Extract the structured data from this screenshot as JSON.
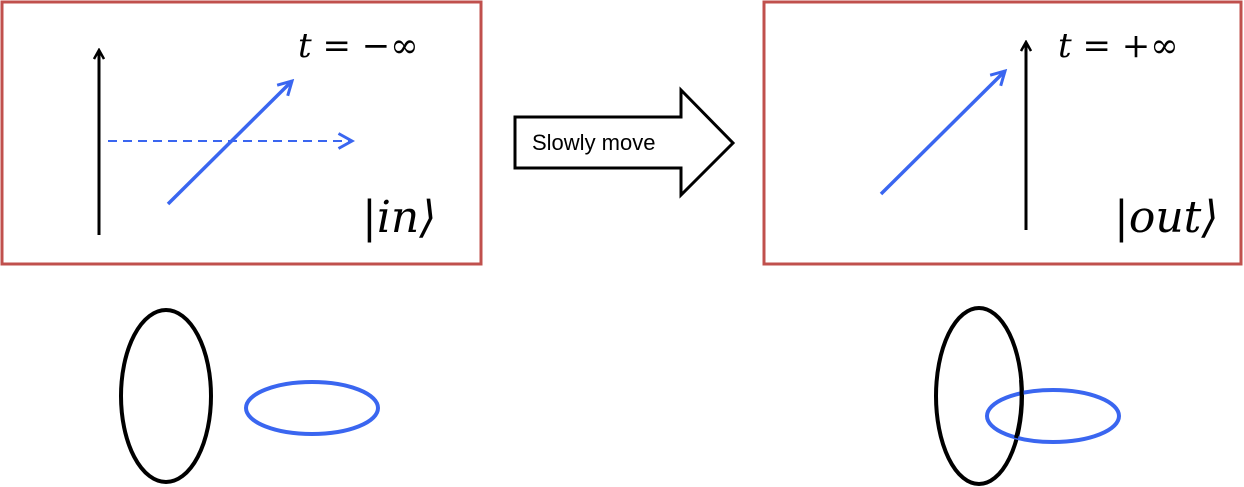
{
  "panels": {
    "left": {
      "time_label": "t = −∞",
      "state_label": "|in⟩"
    },
    "right": {
      "time_label": "t = +∞",
      "state_label": "|out⟩"
    }
  },
  "transition": {
    "label": "Slowly move"
  },
  "colors": {
    "frame": "#c0504d",
    "black_line": "#000000",
    "blue_line": "#3a66f0"
  }
}
